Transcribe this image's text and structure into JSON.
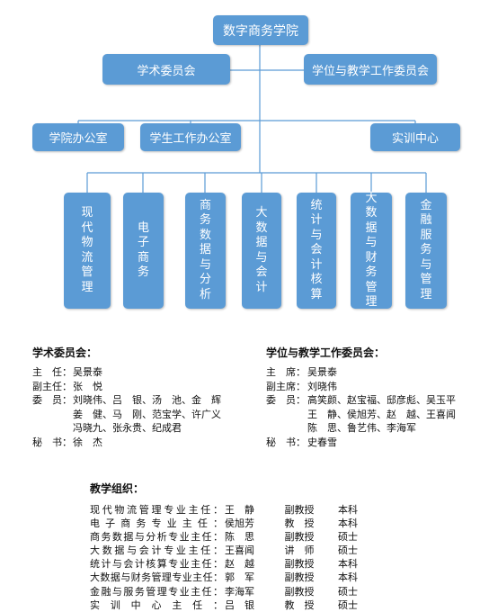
{
  "org": {
    "root": "数字商务学院",
    "committees": [
      "学术委员会",
      "学位与教学工作委员会"
    ],
    "offices": [
      "学院办公室",
      "学生工作办公室",
      "实训中心"
    ],
    "departments": [
      "现代物流管理",
      "电子商务",
      "商务数据与分析",
      "大数据与会计",
      "统计与会计核算",
      "大数据与财务管理",
      "金融服务与管理"
    ]
  },
  "colors": {
    "box_fill": "#5b9bd5",
    "line": "#5b9bd5",
    "box_text": "#ffffff"
  },
  "academic": {
    "title": "学术委员会：",
    "rows": [
      {
        "role": "主　任：",
        "names": "吴景泰"
      },
      {
        "role": "副主任：",
        "names": "张　悦"
      },
      {
        "role": "委　员：",
        "names": "刘晓伟、吕　银、汤　池、金　辉"
      },
      {
        "role": "",
        "names": "姜　健、马　刚、范宝学、许广义"
      },
      {
        "role": "",
        "names": "冯晓九、张永贵、纪成君"
      },
      {
        "role": "秘　书：",
        "names": "徐　杰"
      }
    ]
  },
  "degree": {
    "title": "学位与教学工作委员会：",
    "rows": [
      {
        "role": "主　席：",
        "names": "吴景泰"
      },
      {
        "role": "副主席：",
        "names": "刘晓伟"
      },
      {
        "role": "委　员：",
        "names": "高笑颜、赵宝福、邸彦彪、吴玉平"
      },
      {
        "role": "",
        "names": "王　静、侯旭芳、赵　越、王喜闻"
      },
      {
        "role": "",
        "names": "陈　思、鲁艺伟、李海军"
      },
      {
        "role": "秘　书：",
        "names": "史春雪"
      }
    ]
  },
  "teaching": {
    "title": "教学组织：",
    "rows": [
      {
        "dept": "现代物流管理专业主任：",
        "name": "王　静",
        "title": "副教授",
        "degree": "本科"
      },
      {
        "dept": "电子商务专业主任：",
        "name": "侯旭芳",
        "title": "教　授",
        "degree": "本科"
      },
      {
        "dept": "商务数据与分析专业主任：",
        "name": "陈　思",
        "title": "副教授",
        "degree": "硕士"
      },
      {
        "dept": "大数据与会计专业主任：",
        "name": "王喜闻",
        "title": "讲　师",
        "degree": "硕士"
      },
      {
        "dept": "统计与会计核算专业主任：",
        "name": "赵　越",
        "title": "副教授",
        "degree": "本科"
      },
      {
        "dept": "大数据与财务管理专业主任：",
        "name": "郭　军",
        "title": "副教授",
        "degree": "本科"
      },
      {
        "dept": "金融与服务管理专业主任：",
        "name": "李海军",
        "title": "副教授",
        "degree": "硕士"
      },
      {
        "dept": "实训中心主任：",
        "name": "吕　银",
        "title": "教　授",
        "degree": "硕士"
      }
    ]
  }
}
